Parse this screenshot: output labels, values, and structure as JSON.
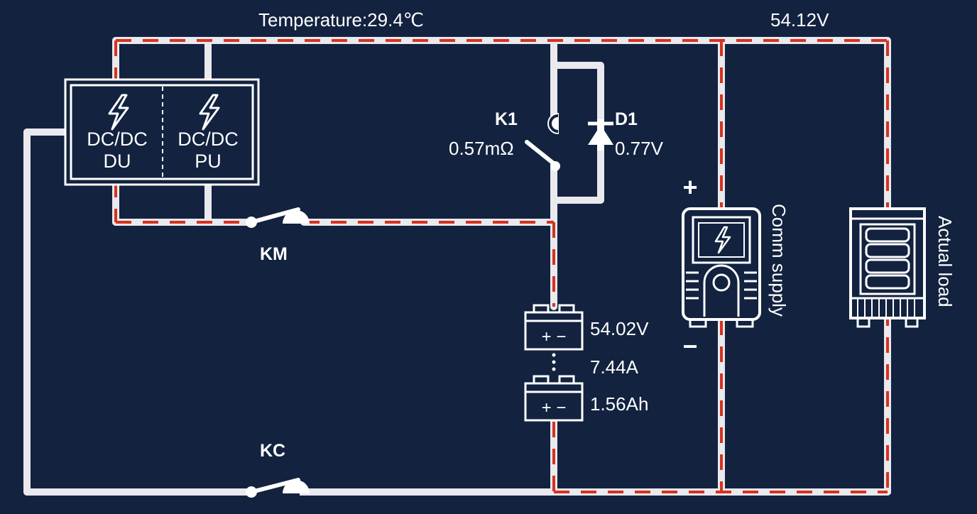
{
  "header": {
    "temperature_label": "Temperature:29.4℃",
    "bus_voltage": "54.12V"
  },
  "dcdc": {
    "du_line1": "DC/DC",
    "du_line2": "DU",
    "pu_line1": "DC/DC",
    "pu_line2": "PU",
    "icon": "lightning-icon"
  },
  "switches": {
    "k1_label": "K1",
    "k1_resistance": "0.57mΩ",
    "d1_label": "D1",
    "d1_voltage": "0.77V",
    "km_label": "KM",
    "kc_label": "KC"
  },
  "battery": {
    "voltage": "54.02V",
    "current": "7.44A",
    "capacity": "1.56Ah",
    "plus_minus": "+ −",
    "icon": "battery-icon"
  },
  "comm_supply": {
    "label": "Comm supply",
    "plus": "+",
    "minus": "−",
    "icon": "power-supply-icon"
  },
  "load": {
    "label": "Actual load",
    "icon": "server-rack-icon"
  },
  "colors": {
    "background": "#12223f",
    "wire": "#e9e9ee",
    "current_flow": "#d7321e",
    "text": "#ffffff"
  }
}
